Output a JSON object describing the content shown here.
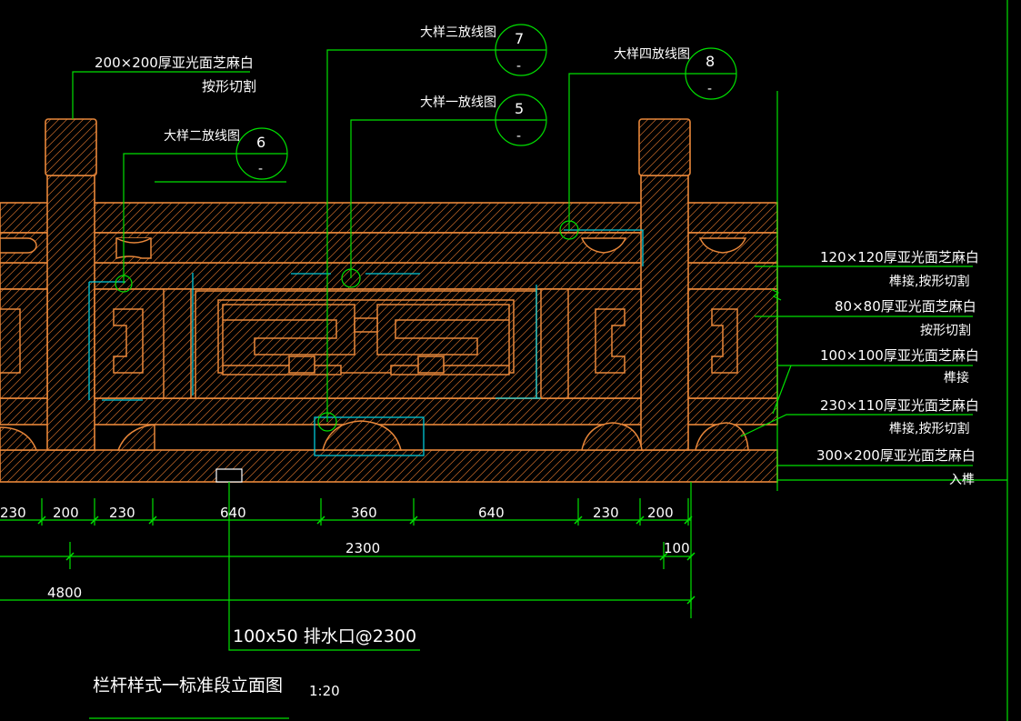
{
  "colors": {
    "background": "#000000",
    "stone": "#e8873a",
    "leader": "#00e000",
    "cyan": "#00c8d8",
    "text": "#ffffff"
  },
  "callouts": {
    "top_left_material": "200×200厚亚光面芝麻白",
    "top_left_cut": "按形切割",
    "d6_label": "大样二放线图",
    "d6_num": "6",
    "d6_sub": "-",
    "d7_label": "大样三放线图",
    "d7_num": "7",
    "d7_sub": "-",
    "d5_label": "大样一放线图",
    "d5_num": "5",
    "d5_sub": "-",
    "d8_label": "大样四放线图",
    "d8_num": "8",
    "d8_sub": "-"
  },
  "right_notes": [
    {
      "material": "120×120厚亚光面芝麻白",
      "note": "榫接,按形切割"
    },
    {
      "material": "80×80厚亚光面芝麻白",
      "note": "按形切割"
    },
    {
      "material": "100×100厚亚光面芝麻白",
      "note": "榫接"
    },
    {
      "material": "230×110厚亚光面芝麻白",
      "note": "榫接,按形切割"
    },
    {
      "material": "300×200厚亚光面芝麻白",
      "note": "入榫"
    }
  ],
  "dimensions": {
    "row1": [
      "230",
      "200",
      "230",
      "640",
      "360",
      "640",
      "230",
      "200"
    ],
    "span": "2300",
    "small": "100",
    "total": "4800"
  },
  "drain_note": "100x50 排水口@2300",
  "drawing_title": "栏杆样式一标准段立面图",
  "scale": "1:20"
}
